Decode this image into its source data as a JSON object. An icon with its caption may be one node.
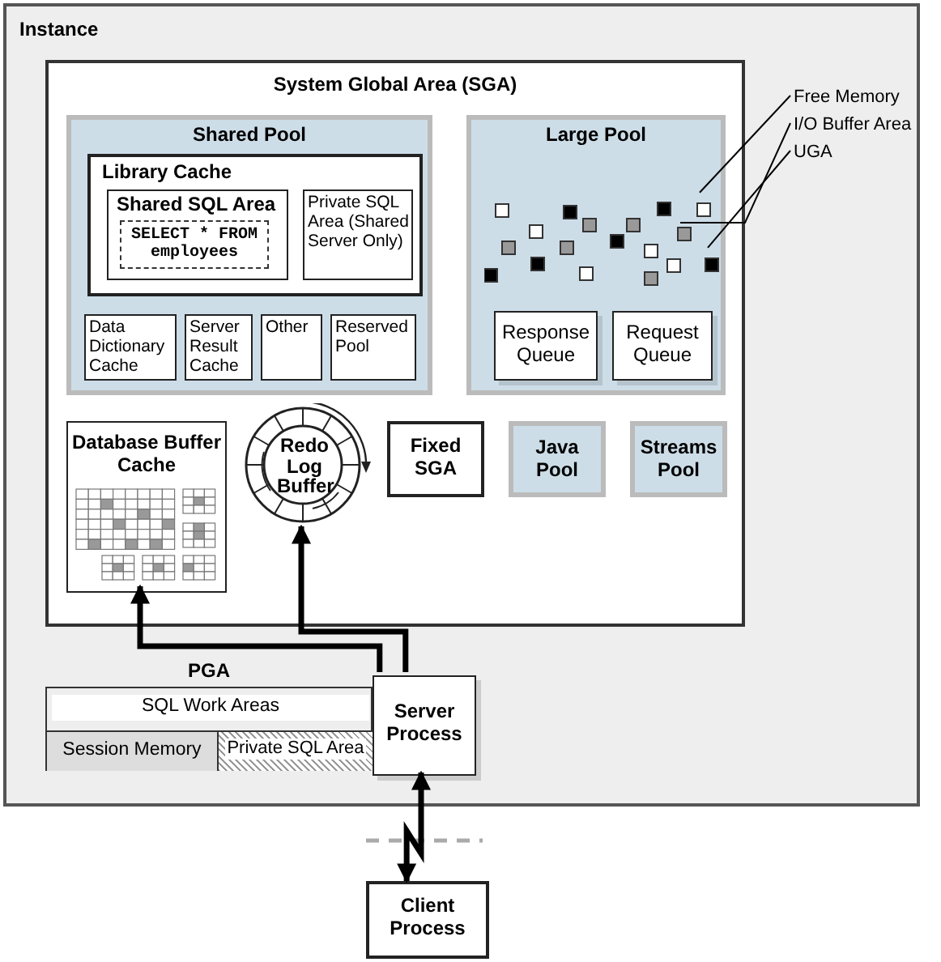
{
  "diagram": {
    "nodes": [
      {
        "text": [
          "Instance"
        ]
      },
      {
        "text": [
          "System Global Area (SGA)"
        ],
        "in": 0
      },
      {
        "text": [
          "Shared Pool"
        ],
        "in": 1
      },
      {
        "text": [
          "Library Cache"
        ],
        "in": 2
      },
      {
        "text": [
          "Shared SQL Area",
          "SELECT * FROM employees"
        ],
        "in": 3
      },
      {
        "text": [
          "Private SQL Area (Shared Server Only)"
        ],
        "in": 3
      },
      {
        "text": [
          "Data Dictionary Cache"
        ],
        "in": 2
      },
      {
        "text": [
          "Server Result Cache"
        ],
        "in": 2
      },
      {
        "text": [
          "Other"
        ],
        "in": 2
      },
      {
        "text": [
          "Reserved Pool"
        ],
        "in": 2
      },
      {
        "text": [
          "Large Pool"
        ],
        "in": 1
      },
      {
        "text": [],
        "shape": "box",
        "in": 10
      },
      {
        "text": [],
        "shape": "box",
        "in": 10
      },
      {
        "text": [],
        "shape": "box",
        "in": 10
      },
      {
        "text": [
          "Response Queue"
        ],
        "in": 10
      },
      {
        "text": [
          "Request Queue"
        ],
        "in": 10
      },
      {
        "text": [
          "Free Memory"
        ],
        "in": 0
      },
      {
        "text": [
          "I/O Buffer Area"
        ],
        "in": 0
      },
      {
        "text": [
          "UGA"
        ],
        "in": 0
      },
      {
        "text": [
          "Database Buffer Cache"
        ],
        "in": 1
      },
      {
        "text": [
          "Redo Log Buffer"
        ],
        "in": 1
      },
      {
        "text": [
          "Fixed SGA"
        ],
        "in": 1
      },
      {
        "text": [
          "Java Pool"
        ],
        "in": 1
      },
      {
        "text": [
          "Streams Pool"
        ],
        "in": 1
      },
      {
        "text": [
          "PGA"
        ],
        "in": 0
      },
      {
        "text": [
          "SQL Work Areas"
        ],
        "in": 24
      },
      {
        "text": [
          "Session Memory"
        ],
        "in": 24
      },
      {
        "text": [
          "Private SQL Area"
        ],
        "in": 24
      },
      {
        "text": [
          "Server Process"
        ],
        "in": 0
      },
      {
        "text": [
          "Client Process"
        ]
      }
    ],
    "edges": [
      {
        "from": 28,
        "to": 19,
        "arrow": "to",
        "style": "thick"
      },
      {
        "from": 28,
        "to": 20,
        "arrow": "to",
        "style": "thick"
      },
      {
        "from": 28,
        "to": 29,
        "arrow": "both",
        "style": "thick"
      },
      {
        "from": 16,
        "to": 11,
        "arrow": "none"
      },
      {
        "from": 17,
        "to": 12,
        "arrow": "none"
      },
      {
        "from": 18,
        "to": 13,
        "arrow": "none"
      }
    ]
  }
}
